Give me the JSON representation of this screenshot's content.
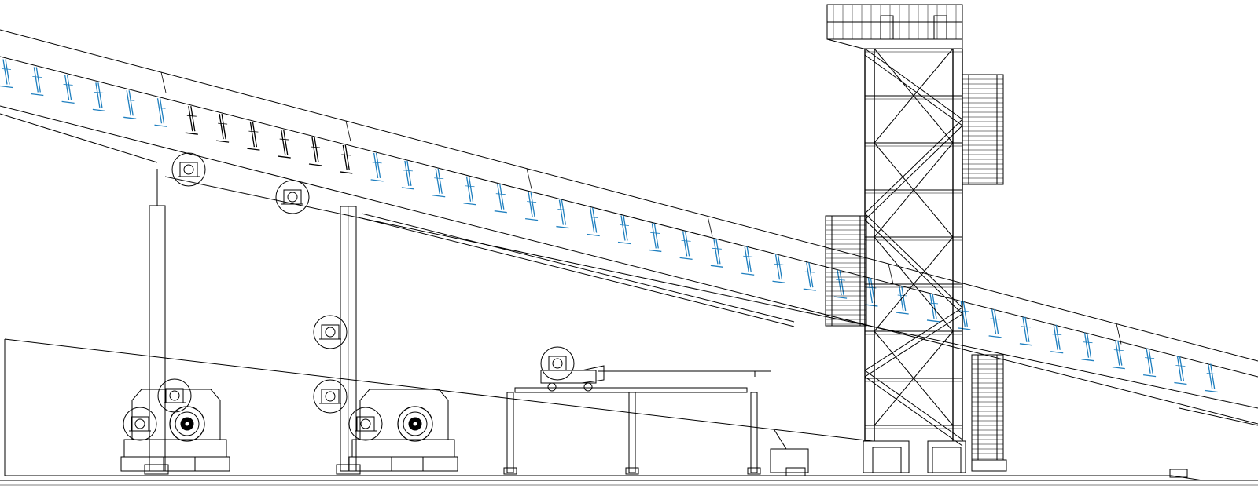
{
  "drawing": {
    "background": "#ffffff",
    "line_color": "#000000",
    "idler_highlight_color": "#1f7fbf",
    "view": "conveyor-elevation-drawing"
  },
  "components": {
    "belt_conveyor": {
      "name": "inclined-belt-conveyor"
    },
    "idlers": {
      "style": "carrying-idler-sets",
      "highlighted_color": "#1f7fbf"
    },
    "transfer_tower": {
      "name": "transfer-tower",
      "features": [
        "stair-flights",
        "landings",
        "cross-bracing",
        "top-platform"
      ]
    },
    "drive_units": [
      {
        "name": "drive-unit-1"
      },
      {
        "name": "drive-unit-2"
      }
    ],
    "take_up": {
      "name": "take-up-carriage"
    },
    "support_columns": 4
  }
}
